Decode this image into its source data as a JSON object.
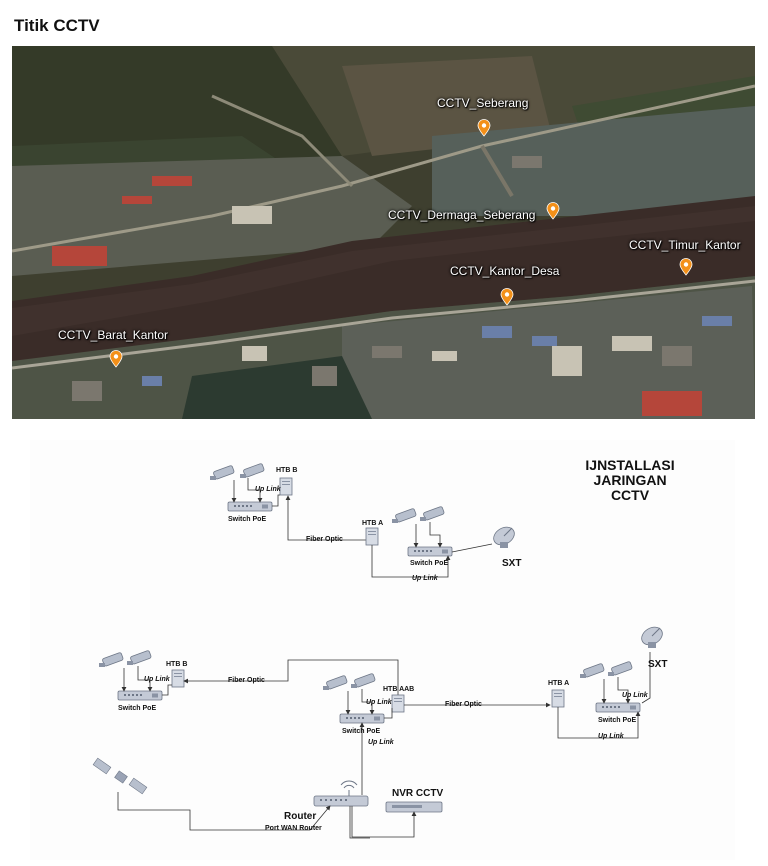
{
  "page": {
    "title": "Titik CCTV"
  },
  "map": {
    "pins": [
      {
        "label": "CCTV_Seberang"
      },
      {
        "label": "CCTV_Dermaga_Seberang"
      },
      {
        "label": "CCTV_Timur_Kantor"
      },
      {
        "label": "CCTV_Kantor_Desa"
      },
      {
        "label": "CCTV_Barat_Kantor"
      }
    ],
    "pin_color": "#f39019"
  },
  "diagram": {
    "title_lines": [
      "IJNSTALLASI",
      "JARINGAN",
      "CCTV"
    ],
    "top": {
      "htb_b": "HTB B",
      "htb_a": "HTB A",
      "switch_left": "Switch PoE",
      "switch_right": "Switch PoE",
      "uplink_left": "Up Link",
      "uplink_bottom": "Up Link",
      "fiber": "Fiber Optic",
      "sxt": "SXT"
    },
    "bottom": {
      "htb_b": "HTB B",
      "htb_aab": "HTB AAB",
      "htb_a": "HTB A",
      "switch_left": "Switch PoE",
      "switch_mid": "Switch PoE",
      "switch_right": "Switch PoE",
      "uplink_left": "Up Link",
      "uplink_mid_top": "Up Link",
      "uplink_mid_bottom": "Up Link",
      "uplink_right_top": "Up Link",
      "uplink_right_bottom": "Up Link",
      "fiber_left": "Fiber Optic",
      "fiber_right": "Fiber Optic",
      "sxt": "SXT",
      "router": "Router",
      "nvr": "NVR CCTV",
      "wan": "Port WAN Router"
    },
    "line_color": "#333333",
    "device_color": "#9aa3b5"
  }
}
